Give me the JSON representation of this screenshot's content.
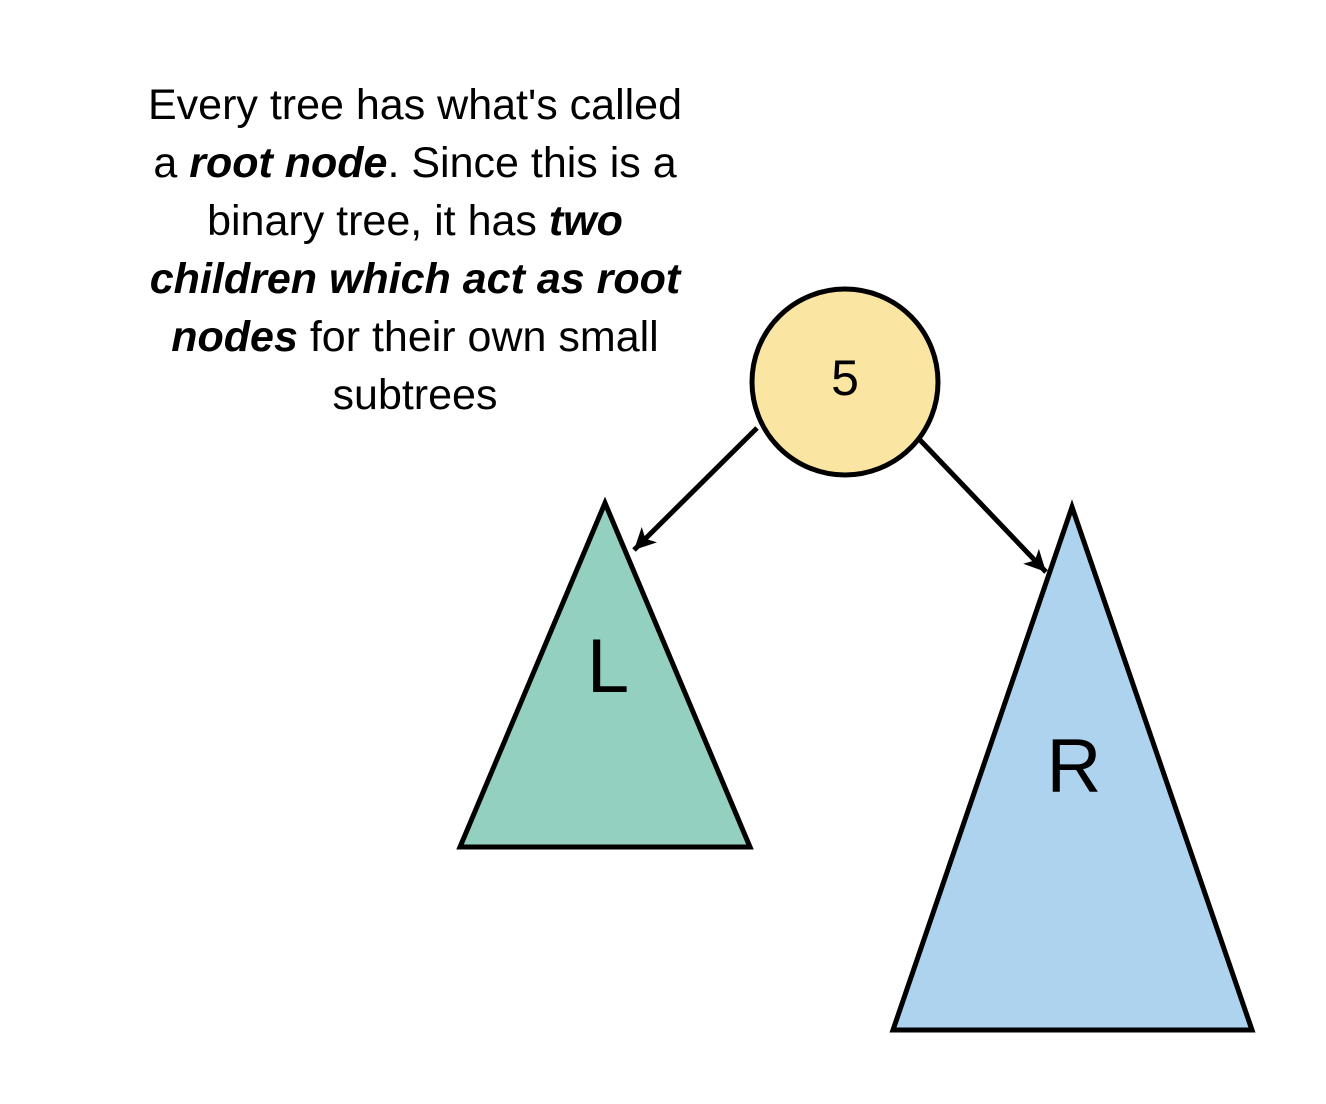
{
  "canvas": {
    "background": "#FFFFFF"
  },
  "caption": {
    "lines": [
      {
        "segments": [
          {
            "text": "Every tree has what's called",
            "emphasis": false
          }
        ]
      },
      {
        "segments": [
          {
            "text": "a ",
            "emphasis": false
          },
          {
            "text": "root node",
            "emphasis": true
          },
          {
            "text": ". Since this is a",
            "emphasis": false
          }
        ]
      },
      {
        "segments": [
          {
            "text": "binary tree, it has ",
            "emphasis": false
          },
          {
            "text": "two",
            "emphasis": true
          }
        ]
      },
      {
        "segments": [
          {
            "text": "children which act as root",
            "emphasis": true
          }
        ]
      },
      {
        "segments": [
          {
            "text": "nodes",
            "emphasis": true
          },
          {
            "text": " for their own small",
            "emphasis": false
          }
        ]
      },
      {
        "segments": [
          {
            "text": "subtrees",
            "emphasis": false
          }
        ]
      }
    ]
  },
  "tree": {
    "root_node": {
      "label": "5",
      "fill": "#FAE5A3",
      "stroke": "#000000"
    },
    "left_subtree": {
      "label": "L",
      "fill": "#93D0BF",
      "stroke": "#000000"
    },
    "right_subtree": {
      "label": "R",
      "fill": "#AED3EE",
      "stroke": "#000000"
    },
    "arrow_color": "#000000"
  }
}
